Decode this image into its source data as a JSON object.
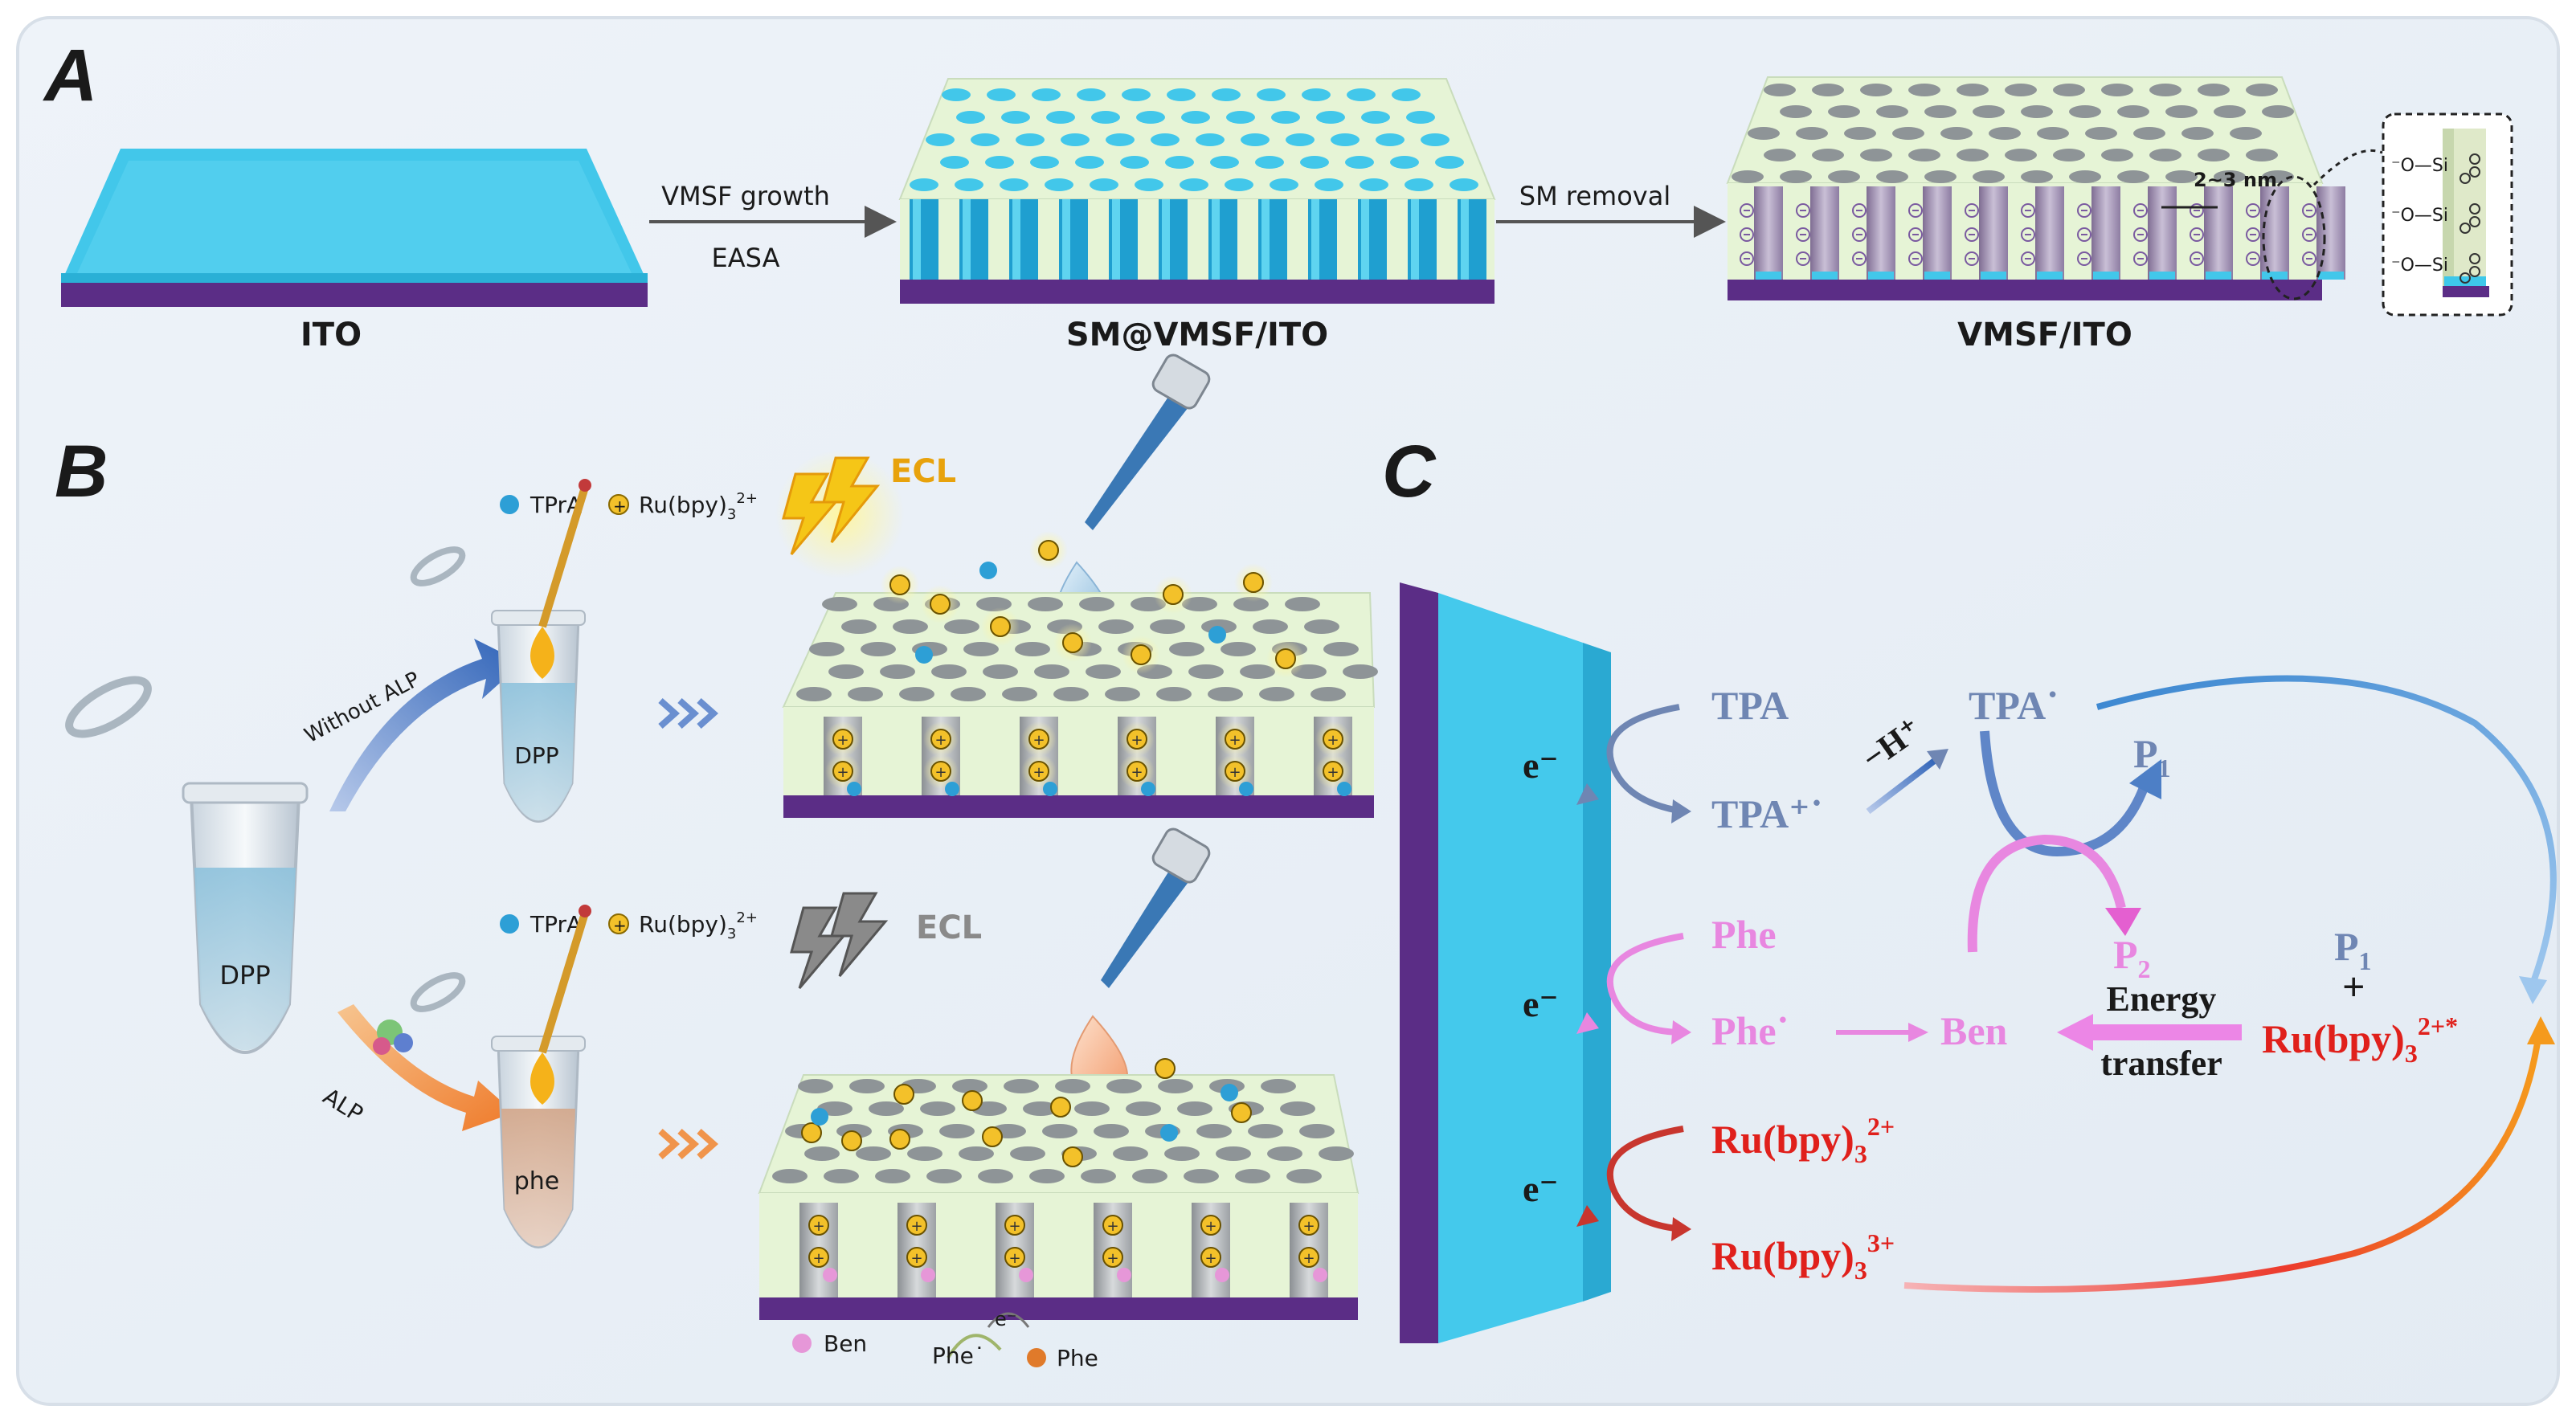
{
  "panelA": {
    "letter": "A",
    "ito_label": "ITO",
    "step1_top": "VMSF growth",
    "step1_bottom": "EASA",
    "sm_label": "SM@VMSF/ITO",
    "step2": "SM removal",
    "vmsf_label": "VMSF/ITO",
    "pore_size": "2~3 nm",
    "inset_group": "⁻O—Si"
  },
  "panelB": {
    "letter": "B",
    "legend_tpra": "TPrA",
    "legend_ru": "Ru(bpy)",
    "legend_ru_sub": "3",
    "legend_ru_sup": "2+",
    "without_alp": "Without ALP",
    "alp": "ALP",
    "tube_dpp_left": "DPP",
    "tube_dpp_top": "DPP",
    "tube_phe": "phe",
    "ecl_on": "ECL",
    "ecl_off": "ECL",
    "bottom_ben": "Ben",
    "bottom_phe_rad": "Phe˙",
    "bottom_e": "e⁻",
    "bottom_phe": "Phe"
  },
  "panelC": {
    "letter": "C",
    "e1": "e⁻",
    "e2": "e⁻",
    "e3": "e⁻",
    "tpa": "TPA",
    "tpa_cation": "TPA⁺˙",
    "minus_h": "−H⁺",
    "tpa_rad": "TPA˙",
    "p1_top": "P",
    "p1_top_sub": "1",
    "p2": "P",
    "p2_sub": "2",
    "phe": "Phe",
    "phe_rad": "Phe˙",
    "ben": "Ben",
    "energy": "Energy",
    "transfer": "transfer",
    "p1_right": "P",
    "p1_right_sub": "1",
    "plus": "+",
    "ru_excited": "Ru(bpy)",
    "ru_excited_sub": "3",
    "ru_excited_sup": "2+*",
    "ru2": "Ru(bpy)",
    "ru2_sub": "3",
    "ru2_sup": "2+",
    "ru3": "Ru(bpy)",
    "ru3_sub": "3",
    "ru3_sup": "3+"
  },
  "colors": {
    "cyan": "#3ec8ea",
    "purple": "#5b2d86",
    "mint": "#e4f3d6",
    "red": "#e0201b",
    "pink": "#e887e0",
    "blue_gray": "#6f86b3",
    "background": "#e6eef6"
  }
}
